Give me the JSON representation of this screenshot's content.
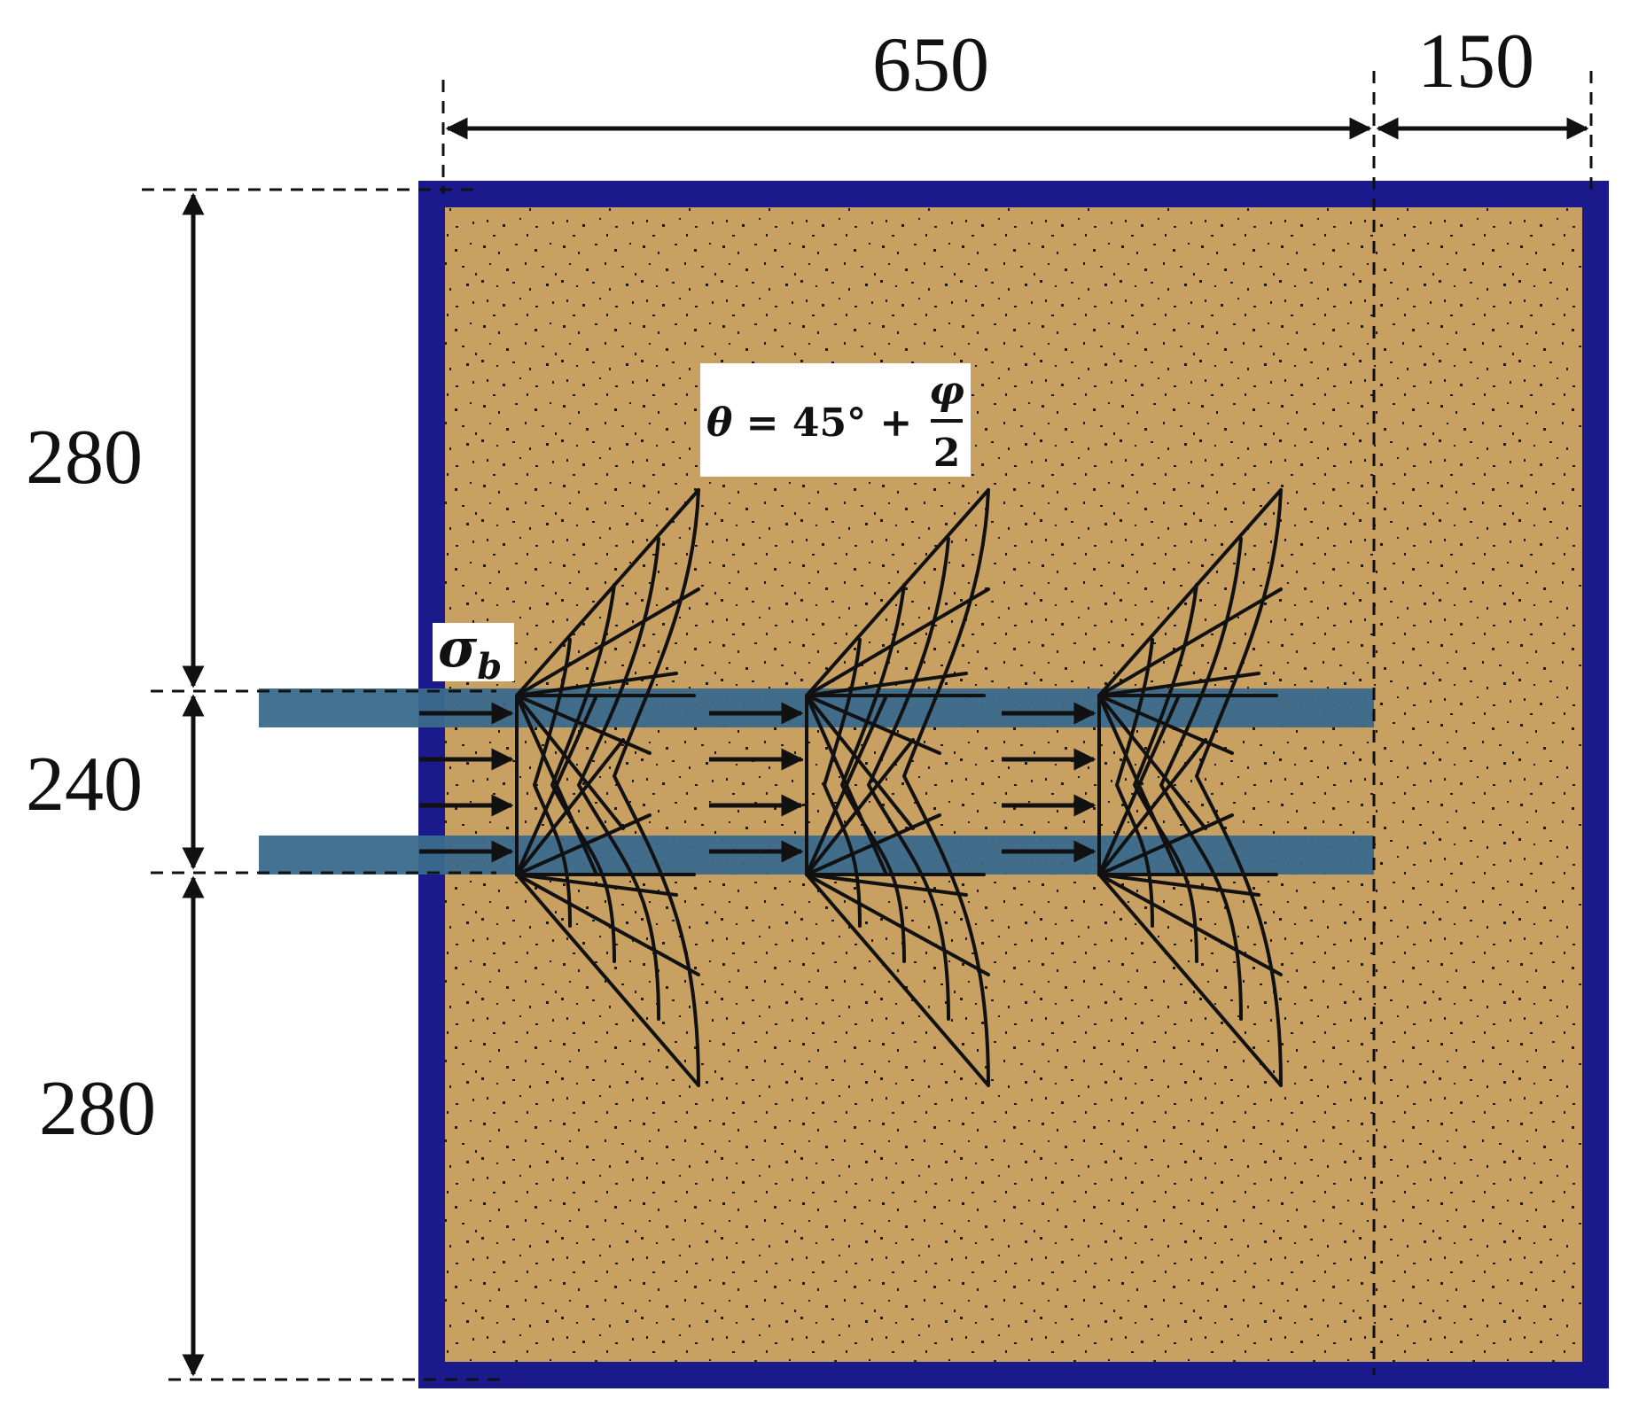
{
  "dimensions": {
    "top_width": "650",
    "top_right_width": "150",
    "left_upper_height": "280",
    "left_middle_height": "240",
    "left_lower_height": "280"
  },
  "labels": {
    "stress": "σ",
    "stress_sub": "b",
    "formula": {
      "lhs": "θ",
      "eq": " = 45° + ",
      "numerator": "φ",
      "denominator": "2"
    }
  },
  "colors": {
    "frame": "#1a1a8c",
    "soil": "#c8a062",
    "soil_dots": "#1a1a1a",
    "anchor_plate": "#3a6a8c",
    "lines": "#111111"
  },
  "failure_zone_count": 3,
  "load_arrow_count_per_zone": 4
}
